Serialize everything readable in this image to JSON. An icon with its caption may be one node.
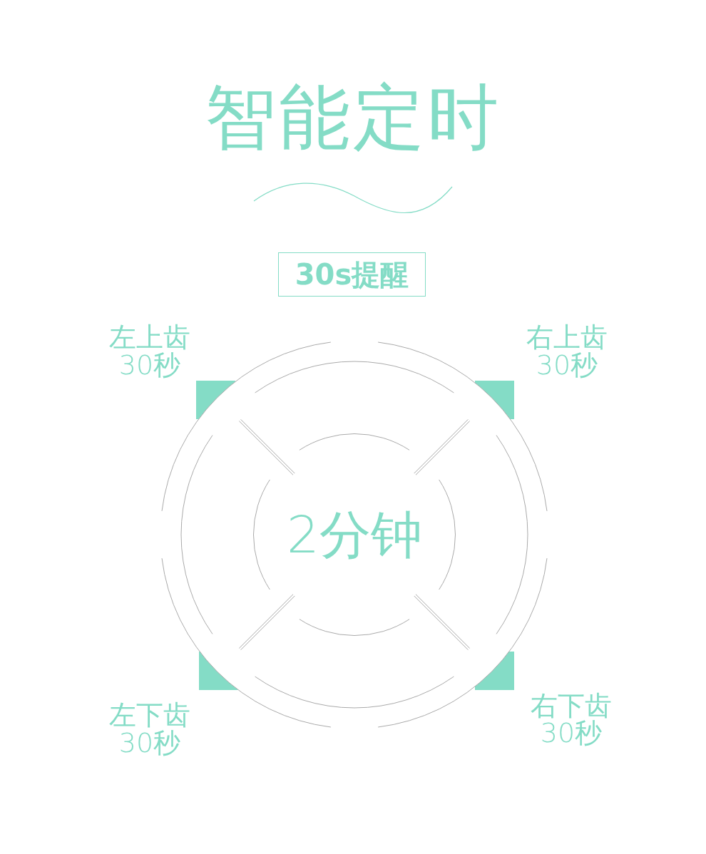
{
  "diagram": {
    "title": "智能定时",
    "nodes": [
      {
        "text": [
          "30s提醒"
        ]
      },
      {
        "text": [
          "2分钟"
        ]
      }
    ],
    "labels": [
      "左上齿",
      "30秒",
      "右上齿",
      "30秒",
      "左下齿",
      "30秒",
      "右下齿",
      "30秒"
    ]
  }
}
